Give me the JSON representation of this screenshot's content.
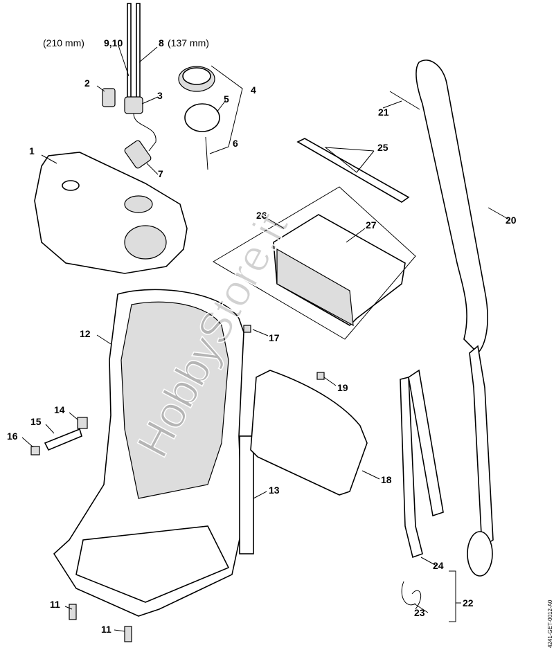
{
  "diagram": {
    "labels": {
      "l210": "(210 mm)",
      "l9_10": "9,10",
      "l8": "8",
      "l137": "(137 mm)",
      "l1": "1",
      "l2": "2",
      "l3": "3",
      "l4": "4",
      "l5": "5",
      "l6": "6",
      "l7": "7",
      "l11a": "11",
      "l11b": "11",
      "l12": "12",
      "l13": "13",
      "l14": "14",
      "l15": "15",
      "l16": "16",
      "l17": "17",
      "l18": "18",
      "l19": "19",
      "l20": "20",
      "l21": "21",
      "l22": "22",
      "l23": "23",
      "l24": "24",
      "l25": "25",
      "l26": "26",
      "l27": "27"
    },
    "watermark": "HobbyStore.it",
    "drawing_code": "4241-GET-0012-A0"
  }
}
